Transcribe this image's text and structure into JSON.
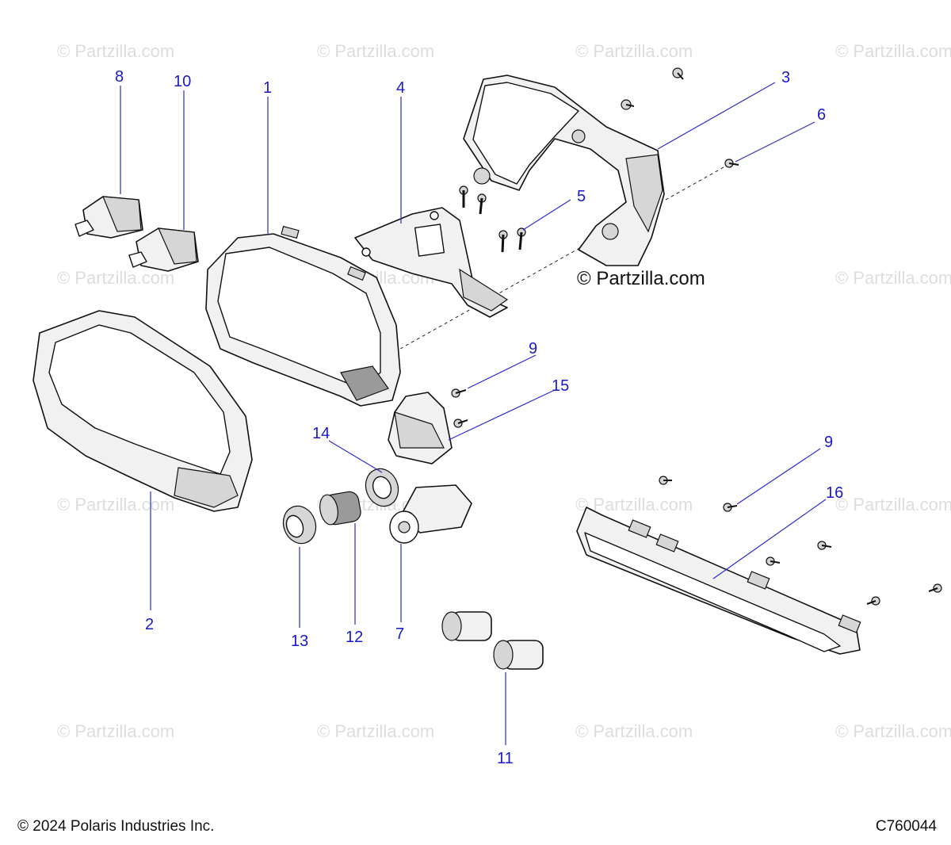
{
  "watermark": "© Partzilla.com",
  "watermark_prominent": "© Partzilla.com",
  "footer": {
    "copyright": "© 2024 Polaris Industries Inc.",
    "drawing_id": "C760044"
  },
  "callouts": {
    "c1": "1",
    "c2": "2",
    "c3": "3",
    "c4": "4",
    "c5": "5",
    "c6": "6",
    "c7": "7",
    "c8": "8",
    "c9a": "9",
    "c9b": "9",
    "c10": "10",
    "c11": "11",
    "c12": "12",
    "c13": "13",
    "c14": "14",
    "c15": "15",
    "c16": "16"
  },
  "colors": {
    "callout": "#1a1acc",
    "leader": "#2d2dcc",
    "watermark": "#dddddd"
  }
}
